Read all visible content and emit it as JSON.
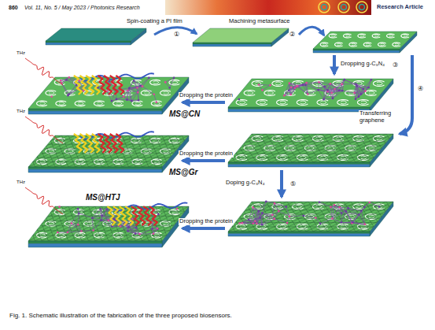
{
  "diagram": {
    "caption": "Fig. 1. Schematic illustration of the fabrication of the three proposed biosensors.",
    "nodes": [
      {
        "text": [
          "MS@CN"
        ]
      },
      {
        "text": [
          "MS@Gr"
        ]
      },
      {
        "text": [
          "MS@HTJ"
        ]
      }
    ],
    "labels": [
      "860",
      "Vol. 11, No. 5 / May 2023 / Photonics Research",
      "Research Article",
      "Spin-coating a PI film",
      "①",
      "Machining metasurface",
      "②",
      "Dropping g-C₃N₄",
      "③",
      "Transferring graphene",
      "④",
      "Dropping the protein",
      "Dropping the protein",
      "Doping g-C₃N₄",
      "⑤",
      "Dropping the protein",
      "THz",
      "THz",
      "THz"
    ]
  }
}
